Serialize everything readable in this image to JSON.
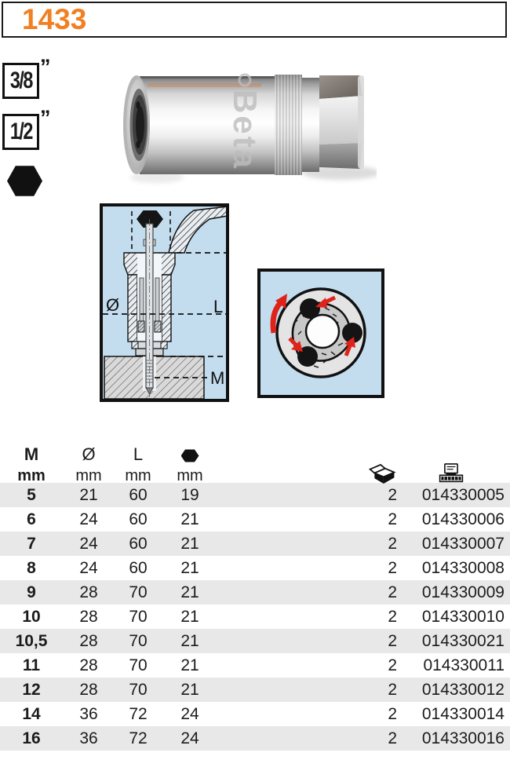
{
  "header": {
    "code": "1433"
  },
  "badges": {
    "drive1": {
      "size": "3/8",
      "inch_mark": "”"
    },
    "drive2": {
      "size": "1/2",
      "inch_mark": "”"
    },
    "hex_icon": "hexagon-icon"
  },
  "product": {
    "brand": "Beta"
  },
  "diagram": {
    "diameter_label": "Ø",
    "length_label": "L",
    "stud_label": "M"
  },
  "icons": {
    "package": "box-icon",
    "code": "register-icon",
    "hex_column": "hexagon-icon"
  },
  "table": {
    "headers": [
      {
        "label": "M",
        "unit": "mm"
      },
      {
        "label": "Ø",
        "unit": "mm"
      },
      {
        "label": "L",
        "unit": "mm"
      },
      {
        "label": "hexagon-icon",
        "unit": "mm"
      }
    ],
    "rows": [
      {
        "m": "5",
        "d": "21",
        "l": "60",
        "hex": "19",
        "qty": "2",
        "code": "014330005"
      },
      {
        "m": "6",
        "d": "24",
        "l": "60",
        "hex": "21",
        "qty": "2",
        "code": "014330006"
      },
      {
        "m": "7",
        "d": "24",
        "l": "60",
        "hex": "21",
        "qty": "2",
        "code": "014330007"
      },
      {
        "m": "8",
        "d": "24",
        "l": "60",
        "hex": "21",
        "qty": "2",
        "code": "014330008"
      },
      {
        "m": "9",
        "d": "28",
        "l": "70",
        "hex": "21",
        "qty": "2",
        "code": "014330009"
      },
      {
        "m": "10",
        "d": "28",
        "l": "70",
        "hex": "21",
        "qty": "2",
        "code": "014330010"
      },
      {
        "m": "10,5",
        "d": "28",
        "l": "70",
        "hex": "21",
        "qty": "2",
        "code": "014330021"
      },
      {
        "m": "11",
        "d": "28",
        "l": "70",
        "hex": "21",
        "qty": "2",
        "code": "014330011"
      },
      {
        "m": "12",
        "d": "28",
        "l": "70",
        "hex": "21",
        "qty": "2",
        "code": "014330012"
      },
      {
        "m": "14",
        "d": "36",
        "l": "72",
        "hex": "24",
        "qty": "2",
        "code": "014330014"
      },
      {
        "m": "16",
        "d": "36",
        "l": "72",
        "hex": "24",
        "qty": "2",
        "code": "014330016"
      }
    ]
  },
  "colors": {
    "accent_orange": "#F08021",
    "diagram_blue": "#C3DDEF",
    "arrow_red": "#E0231A",
    "row_gray": "#E8E8E8",
    "text": "#1C1C1C"
  }
}
